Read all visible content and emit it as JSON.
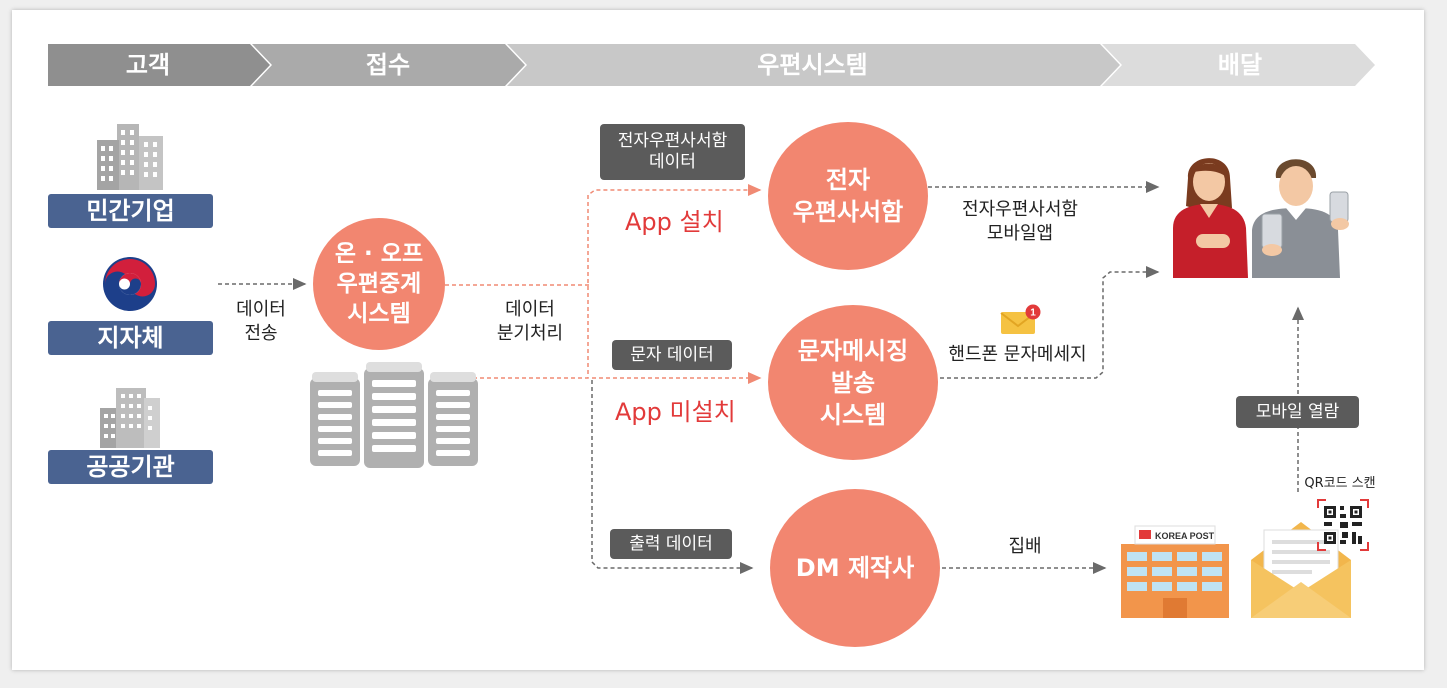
{
  "stages": [
    "고객",
    "접수",
    "우편시스템",
    "배달"
  ],
  "customers": [
    "민간기업",
    "지자체",
    "공공기관"
  ],
  "flow_labels": {
    "data_transfer": [
      "데이터",
      "전송"
    ],
    "data_branch": [
      "데이터",
      "분기처리"
    ]
  },
  "relay_system": [
    "온 · 오프",
    "우편중계",
    "시스템"
  ],
  "tags": {
    "electronic_data": [
      "전자우편사서함",
      "데이터"
    ],
    "sms_data": "문자 데이터",
    "print_data": "출력 데이터",
    "mobile_open": "모바일 열람"
  },
  "conditions": {
    "app_installed": "App 설치",
    "app_not_installed": "App 미설치"
  },
  "systems": {
    "electronic_box": [
      "전자",
      "우편사서함"
    ],
    "sms_system": [
      "문자메시징",
      "발송",
      "시스템"
    ],
    "dm": "DM 제작사"
  },
  "outputs": {
    "mobile_app": [
      "전자우편사서함",
      "모바일앱"
    ],
    "phone_sms": "핸드폰 문자메세지",
    "collect_deliver": "집배",
    "qr_scan": "QR코드 스캔"
  },
  "icons": {
    "korea_post": "KOREA POST",
    "notification_badge": "1"
  },
  "colors": {
    "stage_arrow": "#9c9c9c",
    "entity_label": "#4a6391",
    "circle": "#f28670",
    "tag": "#5b5b5b",
    "red_text": "#e23a3a",
    "emblem_red": "#d21f3c",
    "emblem_blue": "#1d3f8a"
  }
}
